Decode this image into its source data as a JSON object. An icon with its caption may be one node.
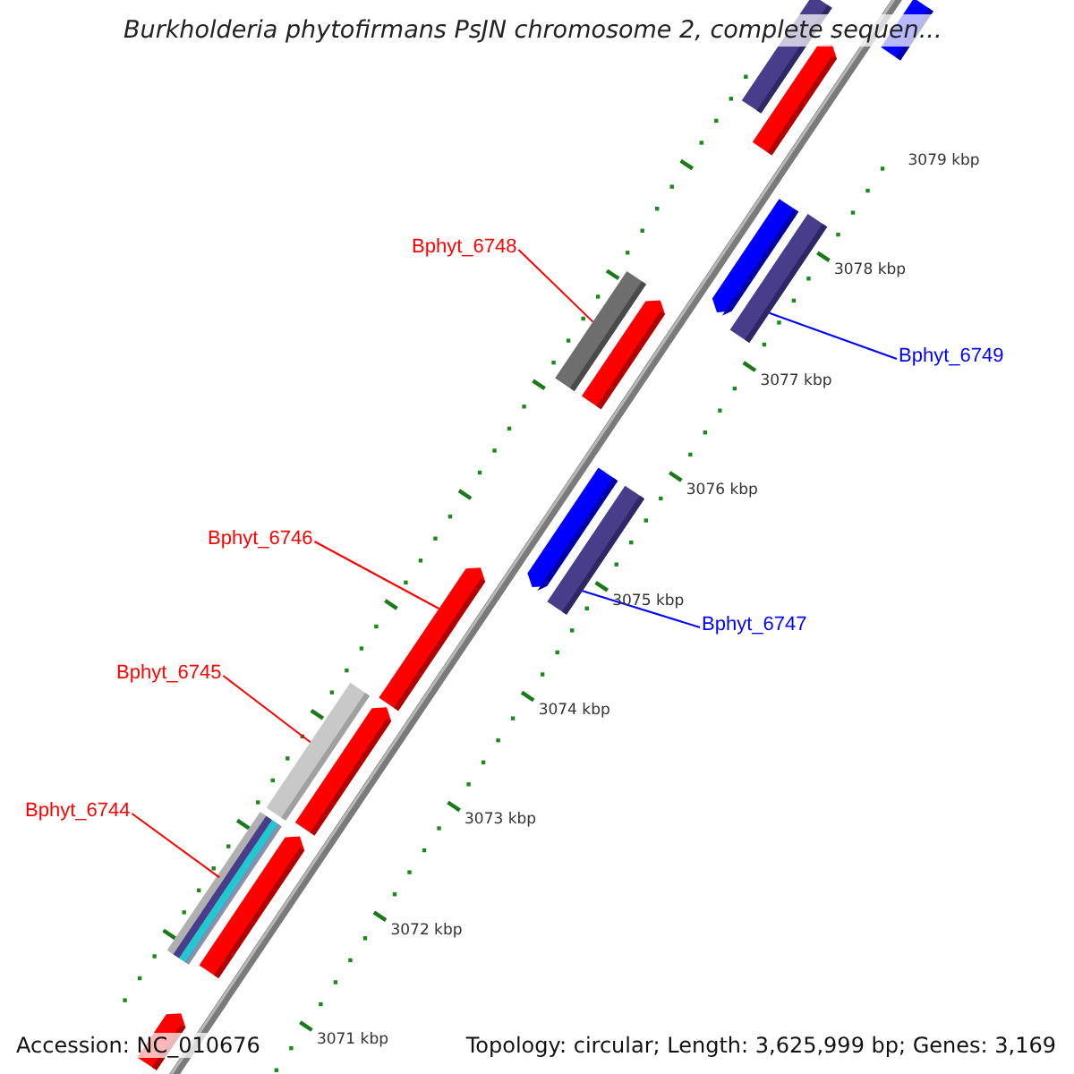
{
  "diagram": {
    "title": "Burkholderia phytofirmans PsJN chromosome 2, complete sequen...",
    "nodes": [
      {
        "text": [
          "Bphyt_6748"
        ]
      },
      {
        "text": [
          "Bphyt_6749"
        ]
      },
      {
        "text": [
          "Bphyt_6746"
        ]
      },
      {
        "text": [
          "Bphyt_6747"
        ]
      },
      {
        "text": [
          "Bphyt_6745"
        ]
      },
      {
        "text": [
          "Bphyt_6744"
        ]
      },
      {
        "text": [],
        "shape": "bar"
      },
      {
        "text": [],
        "shape": "bar"
      },
      {
        "text": [],
        "shape": "bar"
      },
      {
        "text": [],
        "shape": "bar"
      },
      {
        "text": [],
        "shape": "bar"
      },
      {
        "text": [],
        "shape": "bar"
      },
      {
        "text": [],
        "shape": "bar"
      },
      {
        "text": [],
        "shape": "bar"
      },
      {
        "text": [],
        "shape": "bar"
      },
      {
        "text": [],
        "shape": "bar"
      },
      {
        "text": [],
        "shape": "bar"
      },
      {
        "text": [],
        "shape": "bar"
      },
      {
        "text": [],
        "shape": "bar"
      },
      {
        "text": [],
        "shape": "bar"
      },
      {
        "text": [],
        "shape": "bar"
      }
    ],
    "edges": [
      {
        "from": 0,
        "to": 11,
        "arrow": "none"
      },
      {
        "from": 1,
        "to": 10,
        "arrow": "none",
        "color": "#0000ff"
      },
      {
        "from": 2,
        "to": 15,
        "arrow": "none"
      },
      {
        "from": 3,
        "to": 14,
        "arrow": "none",
        "color": "#0000ff"
      },
      {
        "from": 4,
        "to": 16,
        "arrow": "none"
      },
      {
        "from": 5,
        "to": 18,
        "arrow": "none"
      }
    ],
    "labels": [
      "3079 kbp",
      "3078 kbp",
      "3077 kbp",
      "3076 kbp",
      "3075 kbp",
      "3074 kbp",
      "3073 kbp",
      "3072 kbp",
      "3071 kbp",
      "Accession: NC_010676",
      "Topology: circular; Length: 3,625,999 bp; Genes: 3,169"
    ]
  }
}
